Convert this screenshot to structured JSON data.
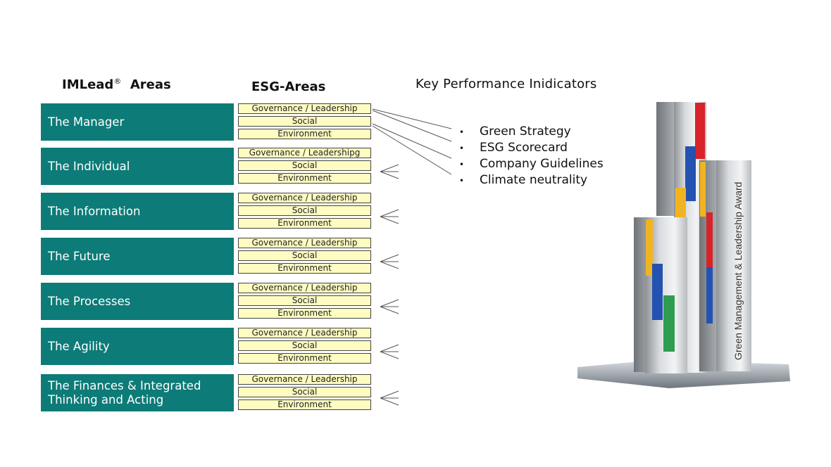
{
  "headers": {
    "imlead": "IMLead",
    "imlead_mark": "®",
    "imlead_suffix": "Areas",
    "esg": "ESG-Areas",
    "kpi": "Key Performance Inidicators"
  },
  "areas": [
    {
      "label": "The Manager",
      "esg": [
        "Governance / Leadership",
        "Social",
        "Environment"
      ]
    },
    {
      "label": "The Individual",
      "esg": [
        "Governance / Leadershipg",
        "Social",
        "Environment"
      ]
    },
    {
      "label": "The Information",
      "esg": [
        "Governance / Leadership",
        "Social",
        "Environment"
      ]
    },
    {
      "label": "The Future",
      "esg": [
        "Governance / Leadership",
        "Social",
        "Environment"
      ]
    },
    {
      "label": "The Processes",
      "esg": [
        "Governance / Leadership",
        "Social",
        "Environment"
      ]
    },
    {
      "label": "The Agility",
      "esg": [
        "Governance / Leadership",
        "Social",
        "Environment"
      ]
    },
    {
      "label": "The Finances & Integrated Thinking and Acting",
      "esg": [
        "Governance / Leadership",
        "Social",
        "Environment"
      ]
    }
  ],
  "kpis": [
    "Green Strategy",
    "ESG Scorecard",
    "Company Guidelines",
    "Climate neutrality"
  ],
  "bullet": "•",
  "trophy": {
    "inscription": "Green Management & Leadership Award"
  },
  "colors": {
    "area_fill": "#0d7b77",
    "esg_fill": "#fefcc0",
    "bar_red": "#d8232a",
    "bar_blue": "#2452b0",
    "bar_yellow": "#f1b421",
    "bar_green": "#2e9d4f"
  }
}
